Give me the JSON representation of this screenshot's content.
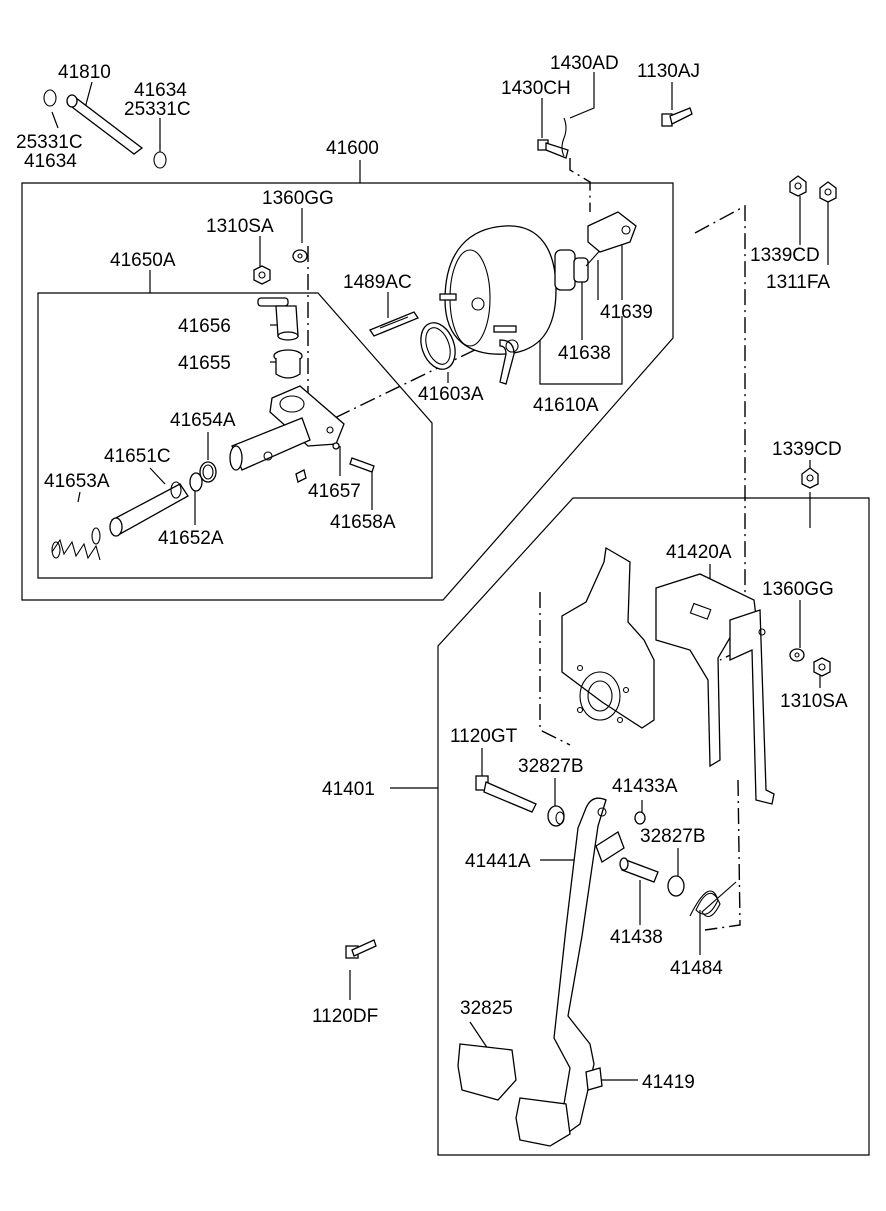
{
  "labels": {
    "p41810": "41810",
    "p41634_top": "41634",
    "p25331c_top": "25331C",
    "p25331c_left": "25331C",
    "p41634_left": "41634",
    "p41600": "41600",
    "p1430ad": "1430AD",
    "p1130aj": "1130AJ",
    "p1430ch": "1430CH",
    "p1360gg_top": "1360GG",
    "p1310sa_top": "1310SA",
    "p41650a": "41650A",
    "p1489ac": "1489AC",
    "p1339cd_top": "1339CD",
    "p1311fa": "1311FA",
    "p41656": "41656",
    "p41639": "41639",
    "p41655": "41655",
    "p41638": "41638",
    "p41603a": "41603A",
    "p41610a": "41610A",
    "p41654a": "41654A",
    "p41651c": "41651C",
    "p41653a": "41653A",
    "p41657": "41657",
    "p41658a": "41658A",
    "p41652a": "41652A",
    "p1339cd_right": "1339CD",
    "p41420a": "41420A",
    "p1360gg_right": "1360GG",
    "p1310sa_right": "1310SA",
    "p1120gt": "1120GT",
    "p41401": "41401",
    "p32827b_left": "32827B",
    "p41433a": "41433A",
    "p32827b_right": "32827B",
    "p41441a": "41441A",
    "p41438": "41438",
    "p41484": "41484",
    "p1120df": "1120DF",
    "p32825": "32825",
    "p41419": "41419"
  }
}
